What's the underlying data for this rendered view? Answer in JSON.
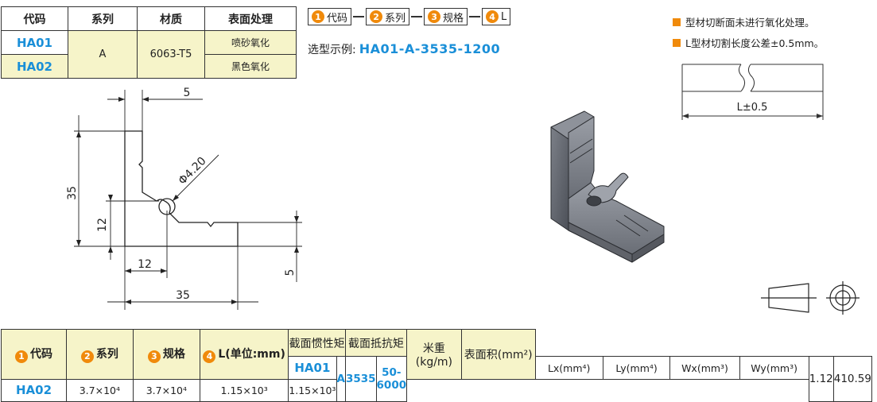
{
  "spec_table": {
    "headers": [
      "代码",
      "系列",
      "材质",
      "表面处理"
    ],
    "codes": [
      "HA01",
      "HA02"
    ],
    "series": "A",
    "material": "6063-T5",
    "finishes": [
      "喷砂氧化",
      "黑色氧化"
    ]
  },
  "chain": {
    "items": [
      {
        "num": "1",
        "label": "代码"
      },
      {
        "num": "2",
        "label": "系列"
      },
      {
        "num": "3",
        "label": "规格"
      },
      {
        "num": "4",
        "label": "L"
      }
    ]
  },
  "example": {
    "label": "选型示例:",
    "value": "HA01-A-3535-1200"
  },
  "notes": [
    "型材切断面未进行氧化处理。",
    "L型材切割长度公差±0.5mm。"
  ],
  "length_drawing": {
    "label": "L±0.5"
  },
  "profile_drawing": {
    "dims": {
      "top_width": "5",
      "height": "35",
      "diameter": "Φ4.20",
      "inner_height": "12",
      "inner_width": "12",
      "right_thickness": "5",
      "bottom_width": "35"
    }
  },
  "bottom_table": {
    "headers": {
      "code": "代码",
      "series": "系列",
      "spec": "规格",
      "length": "L(单位:mm)",
      "inertia": "截面惯性矩",
      "resistance": "截面抵抗矩",
      "weight": "米重(kg/m)",
      "area": "表面积(mm²)"
    },
    "header_nums": {
      "code": "1",
      "series": "2",
      "spec": "3",
      "length": "4"
    },
    "sub_headers": {
      "lx": "Lx(mm⁴)",
      "ly": "Ly(mm⁴)",
      "wx": "Wx(mm³)",
      "wy": "Wy(mm³)"
    },
    "codes": [
      "HA01",
      "HA02"
    ],
    "series": "A",
    "spec": "3535",
    "length_range": "50-6000",
    "lx": "3.7×10⁴",
    "ly": "3.7×10⁴",
    "wx": "1.15×10³",
    "wy": "1.15×10³",
    "weight": "1.12",
    "area": "410.59"
  },
  "colors": {
    "accent_blue": "#1a8fd8",
    "accent_orange": "#f08a0b",
    "header_yellow": "#f6f4c9"
  }
}
